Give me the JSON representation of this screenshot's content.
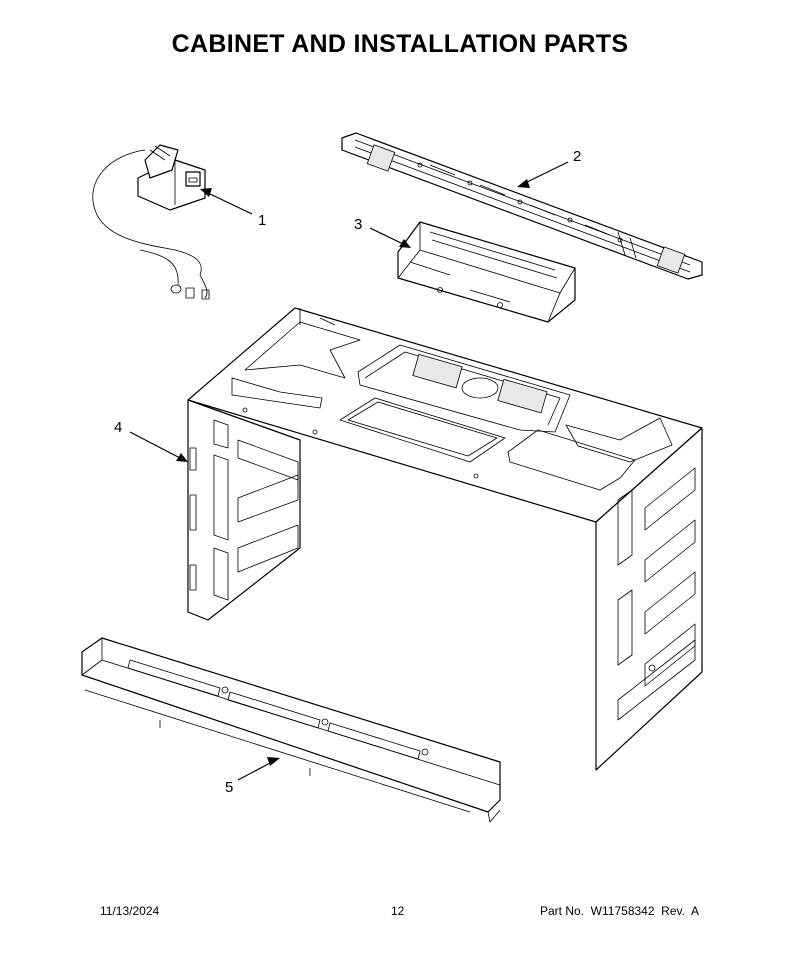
{
  "title": "CABINET AND INSTALLATION PARTS",
  "callouts": [
    "1",
    "2",
    "3",
    "4",
    "5"
  ],
  "footer": {
    "date": "11/13/2024",
    "page": "12",
    "part": "Part No.  W11758342  Rev.  A"
  }
}
